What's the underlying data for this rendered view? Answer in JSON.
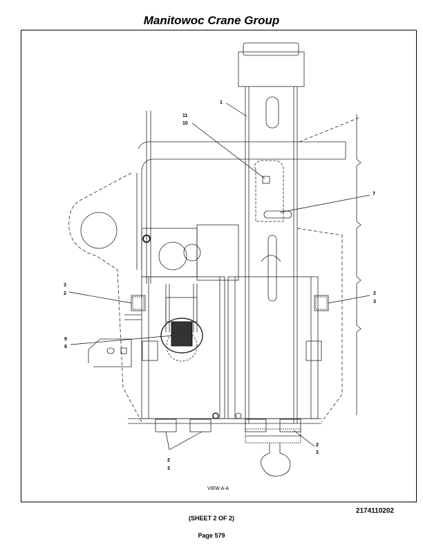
{
  "header": {
    "title": "Manitowoc Crane Group"
  },
  "drawing": {
    "view_label": "VIEW A-A",
    "callouts": {
      "c1": "1",
      "c11": "11",
      "c10": "10",
      "c7": "7",
      "c3_left": "3",
      "c2_left": "2",
      "c2_right": "2",
      "c3_right": "3",
      "c9": "9",
      "c8": "8",
      "c2_bottom_right": "2",
      "c3_bottom_right": "3",
      "c2_bottom": "2",
      "c3_bottom": "3"
    }
  },
  "footer": {
    "drawing_number": "2174110202",
    "sheet": "(SHEET 2 OF 2)",
    "page": "Page 579"
  }
}
